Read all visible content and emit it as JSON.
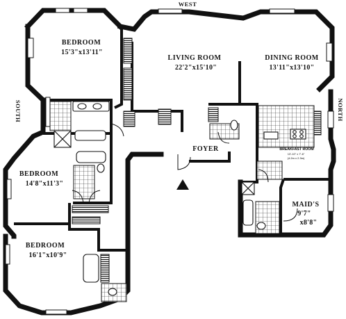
{
  "compass": {
    "west": "WEST",
    "south": "SOUTH",
    "north": "NORTH"
  },
  "rooms": {
    "bedroom_nw": {
      "name": "BEDROOM",
      "dims": "15'3\"x13'11\""
    },
    "living": {
      "name": "LIVING ROOM",
      "dims": "22'2\"x15'10\""
    },
    "dining": {
      "name": "DINING ROOM",
      "dims": "13'11\"x13'10\""
    },
    "bedroom_w": {
      "name": "BEDROOM",
      "dims": "14'8\"x11'3\""
    },
    "bedroom_sw": {
      "name": "BEDROOM",
      "dims": "16'1\"x10'9\""
    },
    "foyer": {
      "name": "FOYER"
    },
    "breakfast": {
      "name": "BREAKFAST ROOM",
      "dims": "13'-10\" x 7'-6\"",
      "metric": "(4.2m x 2.3m)"
    },
    "maids": {
      "name": "MAID'S",
      "dims_a": "9'7\"",
      "dims_b": "x8'8\""
    }
  },
  "colors": {
    "ink": "#111111",
    "paper": "#ffffff"
  }
}
